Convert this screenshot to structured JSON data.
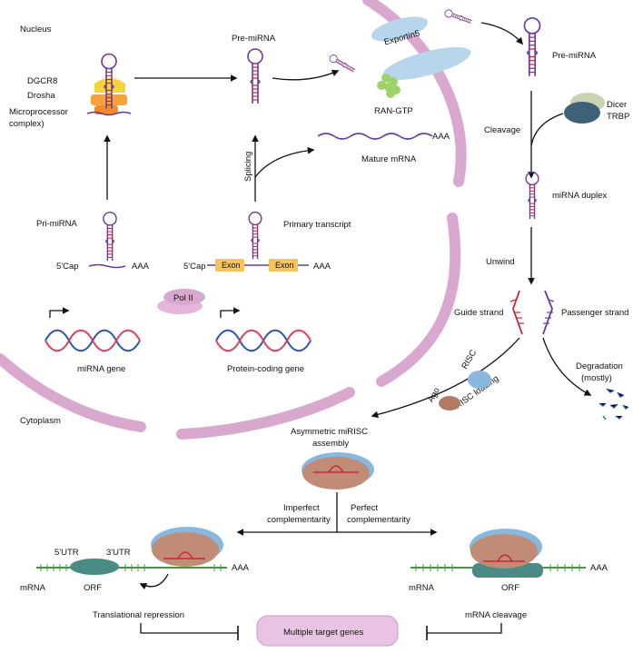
{
  "labels": {
    "nucleus": "Nucleus",
    "cytoplasm": "Cytoplasm",
    "dgcr8": "DGCR8",
    "drosha": "Drosha",
    "microprocessor_1": "Microprocessor",
    "microprocessor_2": "complex)",
    "pre_mirna_nucleus": "Pre-miRNA",
    "exportin5": "Exportin5",
    "ran_gtp": "RAN-GTP",
    "pre_mirna_cyto": "Pre-miRNA",
    "dicer": "Dicer",
    "trbp": "TRBP",
    "cleavage": "Cleavage",
    "mirna_duplex": "miRNA duplex",
    "unwind": "Unwind",
    "guide_strand": "Guide strand",
    "passenger_strand": "Passenger strand",
    "degradation_1": "Degradation",
    "degradation_2": "(mostly)",
    "splicing": "Splicing",
    "mature_mrna": "Mature mRNA",
    "aaa": "AAA",
    "pri_mirna": "Pri-miRNA",
    "primary_transcript": "Primary transcript",
    "five_cap": "5'Cap",
    "exon": "Exon",
    "pol_ii": "Pol II",
    "mirna_gene": "miRNA gene",
    "protein_coding_gene": "Protein-coding gene",
    "ago": "Ago",
    "risc": "RISC",
    "risc_loading": "RISC loading",
    "asym_1": "Asymmetric miRISC",
    "asym_2": "assembly",
    "imperfect_1": "Imperfect",
    "imperfect_2": "complementarity",
    "perfect_1": "Perfect",
    "perfect_2": "complementarity",
    "five_utr": "5'UTR",
    "three_utr": "3'UTR",
    "mrna": "mRNA",
    "orf": "ORF",
    "translational_repression": "Translational repression",
    "mrna_cleavage": "mRNA cleavage",
    "multiple_target_genes": "Multiple target genes"
  },
  "colors": {
    "membrane": "#d9a8cf",
    "exportin": "#b7d6ec",
    "ran": "#9fd36a",
    "drosha_orange": "#f5a23a",
    "dgcr8_yellow": "#f6d23a",
    "rna_purple": "#6a3a9c",
    "rna_red": "#c8263a",
    "dna_blue": "#2b55b5",
    "dna_red": "#e0405a",
    "exon": "#f6c25a",
    "pol": "#e4b6dd",
    "ago": "#b07a63",
    "risc": "#8ab7dd",
    "dicer_top": "#c9d3b0",
    "dicer_bottom": "#3f6178",
    "mrna_green": "#3aa13a",
    "orf_teal": "#4a8b86",
    "target_box": "#e9c3e3"
  }
}
